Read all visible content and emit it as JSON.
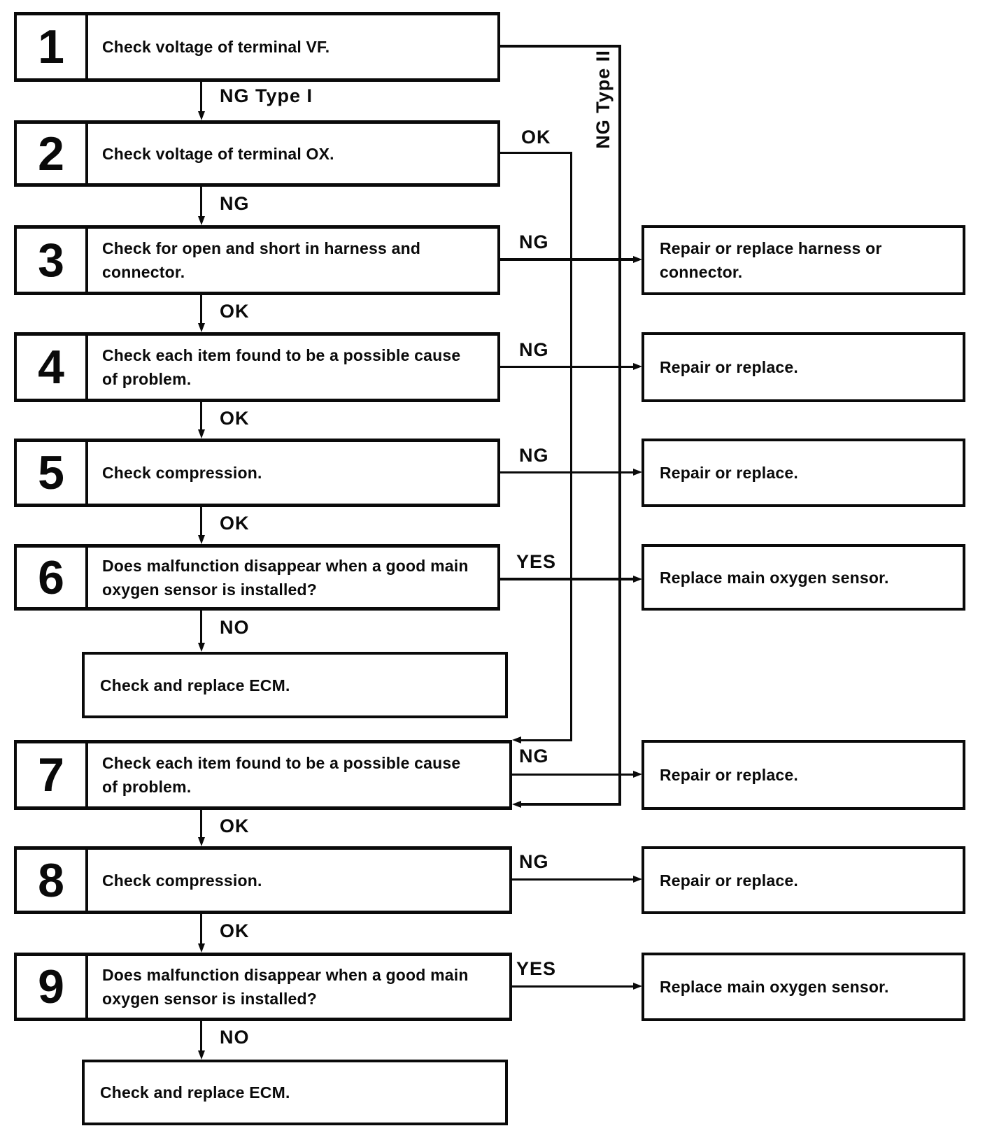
{
  "flowchart": {
    "steps": [
      {
        "num": "1",
        "lines": [
          "Check voltage of terminal VF."
        ]
      },
      {
        "num": "2",
        "lines": [
          "Check voltage of terminal OX."
        ]
      },
      {
        "num": "3",
        "lines": [
          "Check for open and short in harness and",
          "connector."
        ]
      },
      {
        "num": "4",
        "lines": [
          "Check each item found to be a possible cause",
          "of problem."
        ]
      },
      {
        "num": "5",
        "lines": [
          "Check compression."
        ]
      },
      {
        "num": "6",
        "lines": [
          "Does malfunction disappear when a good main",
          "oxygen sensor is installed?"
        ]
      },
      {
        "num": "7",
        "lines": [
          "Check each item found to be a possible cause",
          "of problem."
        ]
      },
      {
        "num": "8",
        "lines": [
          "Check compression."
        ]
      },
      {
        "num": "9",
        "lines": [
          "Does malfunction disappear when a good main",
          "oxygen sensor is installed?"
        ]
      }
    ],
    "terminal_boxes": [
      {
        "lines": [
          "Check and replace ECM."
        ]
      },
      {
        "lines": [
          "Check and replace ECM."
        ]
      }
    ],
    "action_boxes": [
      {
        "lines": [
          "Repair or replace harness or",
          "connector."
        ]
      },
      {
        "lines": [
          "Repair or replace."
        ]
      },
      {
        "lines": [
          "Repair or replace."
        ]
      },
      {
        "lines": [
          "Replace main oxygen sensor."
        ]
      },
      {
        "lines": [
          "Repair or replace."
        ]
      },
      {
        "lines": [
          "Repair or replace."
        ]
      },
      {
        "lines": [
          "Replace main oxygen sensor."
        ]
      }
    ],
    "edge_labels": {
      "ng_type_1": "NG Type I",
      "ng_type_2": "NG Type II",
      "ng": "NG",
      "ok": "OK",
      "yes": "YES",
      "no": "NO"
    },
    "colors": {
      "ink": "#0a0a0a",
      "paper": "#ffffff"
    }
  }
}
